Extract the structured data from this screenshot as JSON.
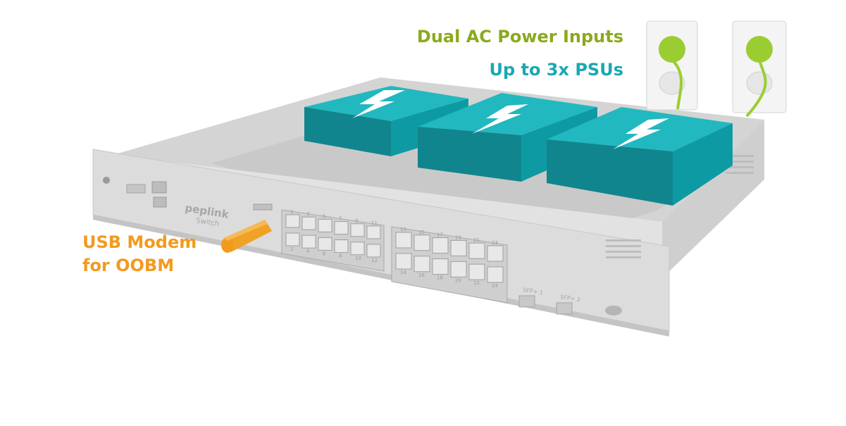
{
  "callouts": {
    "power_inputs": "Dual AC Power Inputs",
    "psus": "Up to 3x PSUs",
    "usb_line1": "USB Modem",
    "usb_line2": "for OOBM"
  },
  "device": {
    "brand": "peplink",
    "model": "Switch",
    "ports_top_left": [
      "1",
      "3",
      "5",
      "7",
      "9",
      "11"
    ],
    "ports_bottom_left": [
      "2",
      "4",
      "6",
      "8",
      "10",
      "12"
    ],
    "ports_top_right": [
      "13",
      "15",
      "17",
      "19",
      "21",
      "23"
    ],
    "ports_bottom_right": [
      "14",
      "16",
      "18",
      "20",
      "22",
      "24"
    ],
    "sfp_labels": [
      "SFP+ 1",
      "SFP+ 2"
    ]
  },
  "colors": {
    "power_green": "#8aaa1d",
    "psu_teal": "#1aa8b3",
    "usb_orange": "#f39a1e",
    "chassis_gray": "#d9d9d9"
  },
  "icons": {
    "psu": "lightning-bolt-icon",
    "outlet": "wall-outlet-icon"
  }
}
